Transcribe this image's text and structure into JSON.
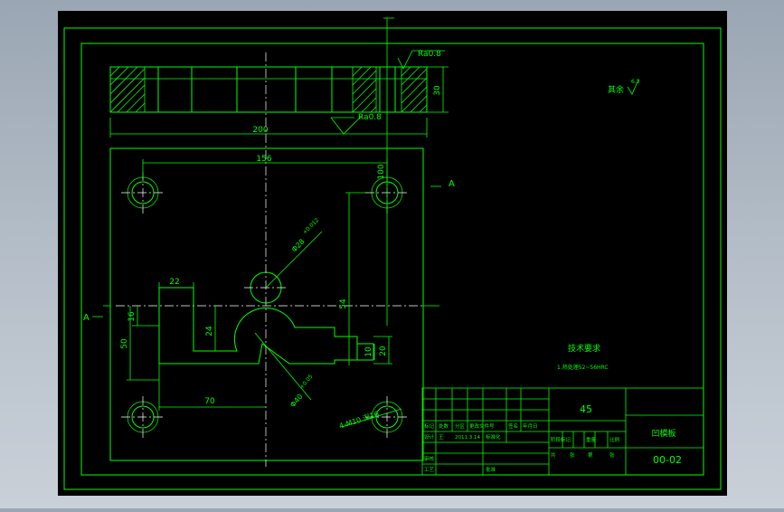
{
  "colors": {
    "background": "#000000",
    "line": "#00ff00",
    "center_line": "#ffffff",
    "viewport_bg": "#a9b3bf"
  },
  "annotations": {
    "roughness_top": "Ra0.8",
    "roughness_bottom": "Ra0.8",
    "rest_roughness": "其余",
    "rest_roughness_value": "6.3",
    "section_label_right": "A",
    "section_label_left": "A"
  },
  "dimensions": {
    "d_200": "200",
    "d_156": "156",
    "d_30": "30",
    "d_100": "100",
    "d_54": "54",
    "d_22": "22",
    "d_16": "16",
    "d_24": "24",
    "d_50": "50",
    "d_70": "70",
    "d_20": "20",
    "d_10": "10",
    "d_diameter_28": "Φ28",
    "d_tol_28": "+0.012",
    "d_diameter_40": "Φ40",
    "d_tol_40": "+0.05",
    "d_thread": "4-M10 深16"
  },
  "tech_requirements": {
    "title": "技术要求",
    "line1": "1.热处理52~56HRC"
  },
  "title_block": {
    "material": "45",
    "part_name": "凹模板",
    "drawing_no": "00-02",
    "row1_cells": [
      "标记",
      "处数",
      "分区",
      "更改文件号",
      "签名",
      "年月日"
    ],
    "row2_cells": [
      "设计",
      "王",
      "2011.3.14",
      "标准化"
    ],
    "row3_cells": [
      "审核"
    ],
    "row4_cells": [
      "工艺",
      "批准"
    ],
    "stage_cells": [
      "阶段标记",
      "重量",
      "比例"
    ],
    "sheet_cells": [
      "共",
      "张",
      "第",
      "张"
    ]
  }
}
